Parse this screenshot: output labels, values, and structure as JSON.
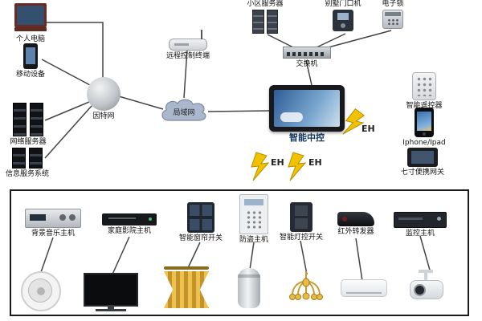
{
  "labels": {
    "community_server": "小区服务器",
    "villa_door": "别墅门口机",
    "elock": "电子锁",
    "pc": "个人电脑",
    "mobile": "移动设备",
    "remote_terminal": "远程控制终端",
    "lan": "局域网",
    "internet": "因特网",
    "net_server": "网络服务器",
    "info_system": "信息服务系统",
    "switch": "交换机",
    "central": "智能中控",
    "smart_remote": "智能遥控器",
    "iphone": "Iphone/Ipad",
    "gateway7": "七寸便携网关",
    "bgm_host": "背景音乐主机",
    "theater_host": "家庭影院主机",
    "curtain_switch": "智能窗帘开关",
    "security_host": "防盗主机",
    "light_switch": "智能灯控开关",
    "ir_repeater": "红外转发器",
    "monitor_host": "监控主机"
  },
  "eh": [
    "EH",
    "EH",
    "EH"
  ],
  "colors": {
    "lightning": "#f2c200",
    "wire": "#444444",
    "cloud": "#a9b8cc",
    "screen_accent": "#3c70a8",
    "curtain_gold": "#ecc14e"
  }
}
